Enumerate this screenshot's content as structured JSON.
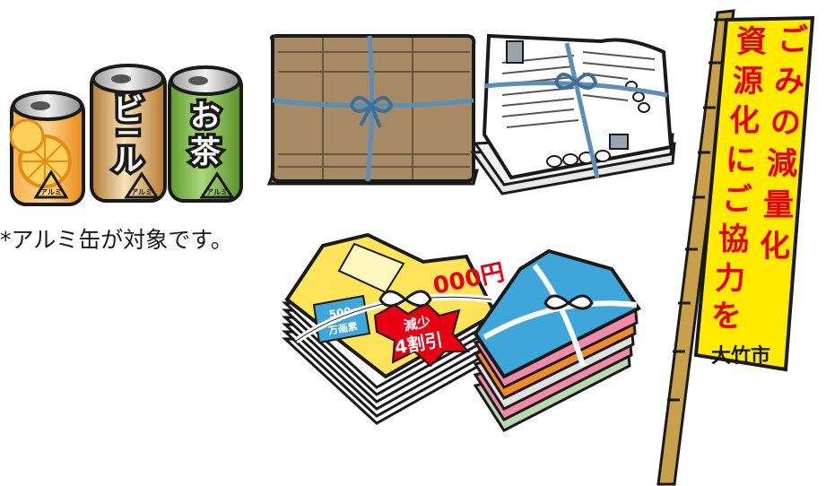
{
  "cans": {
    "beer_label": [
      "ビ",
      "ー",
      "ル"
    ],
    "tea_label": [
      "お",
      "茶"
    ],
    "recycle_mark": "アルミ"
  },
  "note": "*アルミ缶が対象です。",
  "flyers": {
    "price": "000円",
    "pixel_badge": [
      "500",
      "万画素"
    ],
    "discount_top": "減少",
    "discount": "4割引"
  },
  "banner": {
    "col_right": [
      "ご",
      "み",
      "の",
      "減",
      "量",
      "化"
    ],
    "col_left": [
      "資",
      "源",
      "化",
      "に",
      "ご",
      "協",
      "力",
      "を"
    ],
    "city": "大竹市"
  },
  "colors": {
    "banner_yellow": "#ffea00",
    "banner_red": "#e60012",
    "orange_can": "#f29a1e",
    "beer_can": "#d9a458",
    "tea_can": "#78b53c",
    "cardboard": "#a68a66",
    "magazine_blue": "#3fa6d9",
    "pole": "#c9a04a"
  }
}
